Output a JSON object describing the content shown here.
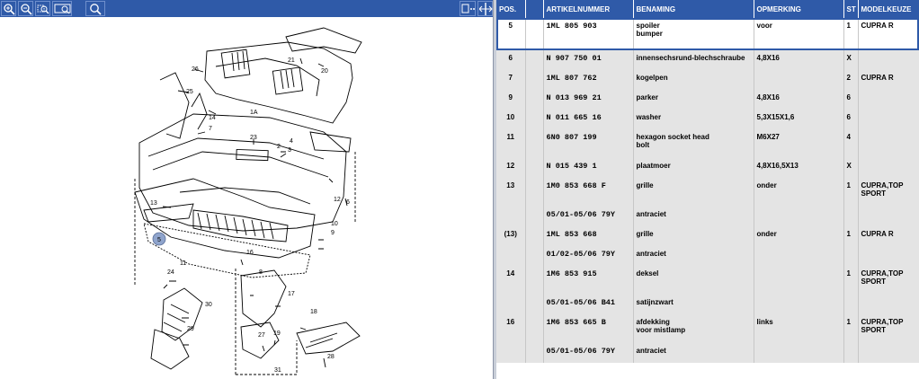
{
  "toolbar": {
    "zoom_in_icon": "zoom-in-icon",
    "zoom_out_icon": "zoom-out-icon",
    "zoom_area_icon": "zoom-area-icon",
    "zoom_fit_icon": "zoom-fit-icon",
    "search_icon": "search-icon",
    "fullscreen_icon": "fullscreen-icon",
    "split_icon": "split-icon"
  },
  "diagram": {
    "labels": [
      "26",
      "21",
      "20",
      "25",
      "1A",
      "14",
      "7",
      "23",
      "4",
      "3",
      "2",
      "12",
      "6",
      "13",
      "10",
      "9",
      "5",
      "16",
      "11",
      "24",
      "8",
      "30",
      "17",
      "18",
      "29",
      "27",
      "19",
      "28",
      "31"
    ],
    "highlighted_label": "5"
  },
  "table": {
    "columns": [
      "POS.",
      "",
      "ARTIKELNUMMER",
      "BENAMING",
      "OPMERKING",
      "ST",
      "MODELKEUZE"
    ],
    "rows": [
      {
        "pos": "5",
        "art": "1ML 805 903",
        "ben": "spoiler",
        "ben2": "bumper",
        "opm": "voor",
        "st": "1",
        "model": "CUPRA R",
        "model2": "",
        "shaded": false,
        "selected": true
      },
      {
        "pos": "6",
        "art": "N    907 750 01",
        "ben": "innensechsrund-blechschraube",
        "ben2": "",
        "opm": "4,8X16",
        "st": "X",
        "model": "",
        "model2": "",
        "shaded": true,
        "selected": false
      },
      {
        "pos": "7",
        "art": "1ML 807 762",
        "ben": "kogelpen",
        "ben2": "",
        "opm": "",
        "st": "2",
        "model": "CUPRA R",
        "model2": "",
        "shaded": true,
        "selected": false
      },
      {
        "pos": "9",
        "art": "N    013 969 21",
        "ben": "parker",
        "ben2": "",
        "opm": "4,8X16",
        "st": "6",
        "model": "",
        "model2": "",
        "shaded": true,
        "selected": false
      },
      {
        "pos": "10",
        "art": "N    011 665 16",
        "ben": "washer",
        "ben2": "",
        "opm": "5,3X15X1,6",
        "st": "6",
        "model": "",
        "model2": "",
        "shaded": true,
        "selected": false
      },
      {
        "pos": "11",
        "art": "6N0 807 199",
        "ben": "hexagon socket head",
        "ben2": "bolt",
        "opm": "M6X27",
        "st": "4",
        "model": "",
        "model2": "",
        "shaded": true,
        "selected": false
      },
      {
        "pos": "12",
        "art": "N    015 439 1",
        "ben": "plaatmoer",
        "ben2": "",
        "opm": "4,8X16,5X13",
        "st": "X",
        "model": "",
        "model2": "",
        "shaded": true,
        "selected": false
      },
      {
        "pos": "13",
        "art": "1M0 853 668 F",
        "ben": "grille",
        "ben2": "",
        "opm": "onder",
        "st": "1",
        "model": "CUPRA,TOP",
        "model2": "SPORT",
        "shaded": true,
        "selected": false
      },
      {
        "pos": "",
        "art": "05/01-05/06 79Y",
        "ben": "antraciet",
        "ben2": "",
        "opm": "",
        "st": "",
        "model": "",
        "model2": "",
        "shaded": true,
        "selected": false
      },
      {
        "pos": "(13)",
        "art": "1ML 853 668",
        "ben": "grille",
        "ben2": "",
        "opm": "onder",
        "st": "1",
        "model": "CUPRA R",
        "model2": "",
        "shaded": true,
        "selected": false
      },
      {
        "pos": "",
        "art": "01/02-05/06 79Y",
        "ben": "antraciet",
        "ben2": "",
        "opm": "",
        "st": "",
        "model": "",
        "model2": "",
        "shaded": true,
        "selected": false
      },
      {
        "pos": "14",
        "art": "1M6 853 915",
        "ben": "deksel",
        "ben2": "",
        "opm": "",
        "st": "1",
        "model": "CUPRA,TOP",
        "model2": "SPORT",
        "shaded": true,
        "selected": false
      },
      {
        "pos": "",
        "art": "05/01-05/06 B41",
        "ben": "satijnzwart",
        "ben2": "",
        "opm": "",
        "st": "",
        "model": "",
        "model2": "",
        "shaded": true,
        "selected": false
      },
      {
        "pos": "16",
        "art": "1M6 853 665 B",
        "ben": "afdekking",
        "ben2": "voor mistlamp",
        "opm": "links",
        "st": "1",
        "model": "CUPRA,TOP",
        "model2": "SPORT",
        "shaded": true,
        "selected": false
      },
      {
        "pos": "",
        "art": "05/01-05/06 79Y",
        "ben": "antraciet",
        "ben2": "",
        "opm": "",
        "st": "",
        "model": "",
        "model2": "",
        "shaded": true,
        "selected": false
      }
    ]
  },
  "colors": {
    "header_bg": "#2f5aa8",
    "row_shade": "#e4e4e4",
    "highlight_circle": "#8fa4cc"
  }
}
